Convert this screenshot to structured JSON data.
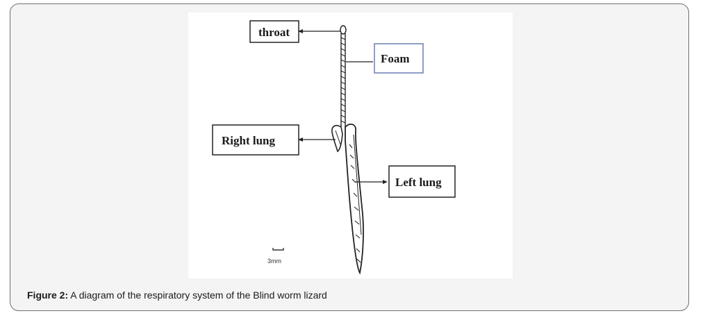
{
  "diagram": {
    "labels": {
      "throat": "throat",
      "foam": "Foam",
      "right_lung": "Right lung",
      "left_lung": "Left lung"
    },
    "scale_bar": "3mm",
    "foam_box_color": "#6a7fb0"
  },
  "caption": {
    "prefix": "Figure 2:",
    "text": " A diagram of the respiratory system of the Blind worm lizard"
  }
}
